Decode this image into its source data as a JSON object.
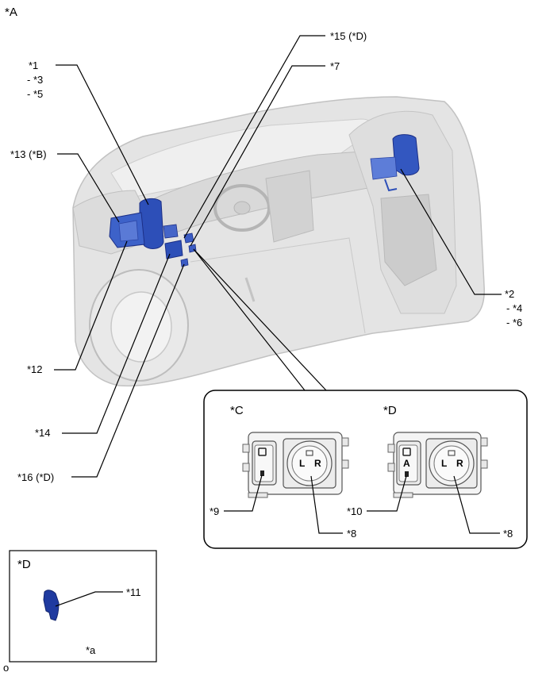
{
  "figure": {
    "corner_label": "*A",
    "bottom_left_mark": "o",
    "callouts": {
      "c1": "*1",
      "c1_sub1": "- *3",
      "c1_sub2": "- *5",
      "c13": "*13 (*B)",
      "c15": "*15 (*D)",
      "c7": "*7",
      "c2": "*2",
      "c2_sub1": "- *4",
      "c2_sub2": "- *6",
      "c12": "*12",
      "c14": "*14",
      "c16": "*16 (*D)"
    }
  },
  "detail_panel": {
    "left_title": "*C",
    "right_title": "*D",
    "left_callout_switch": "*9",
    "left_callout_knob": "*8",
    "right_callout_switch": "*10",
    "right_callout_knob": "*8",
    "knob_left_letter": "L",
    "knob_right_letter": "R",
    "switch_letter_d": "A"
  },
  "inset_box": {
    "title": "*D",
    "callout": "*11",
    "caption": "*a"
  },
  "colors": {
    "part_blue": "#2d4fb8",
    "part_blue_dark": "#1c2f86",
    "car_grey": "#d8d8d8",
    "car_outline": "#b8b8b8",
    "line": "#000000"
  }
}
